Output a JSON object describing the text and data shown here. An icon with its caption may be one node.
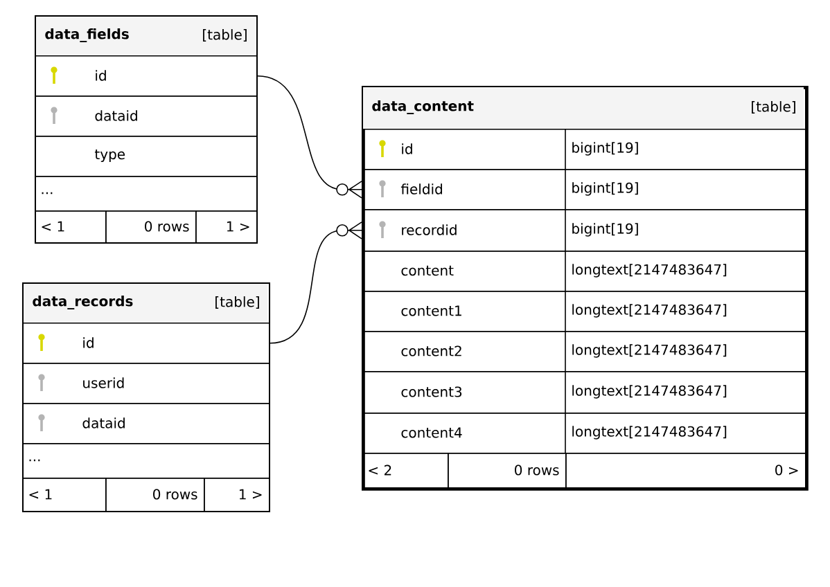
{
  "diagram": {
    "nodes": [
      {
        "text": [
          "data_fields",
          "[table]"
        ]
      },
      {
        "text": [
          "id"
        ],
        "in": 0
      },
      {
        "text": [
          "dataid"
        ],
        "in": 0
      },
      {
        "text": [
          "type"
        ],
        "in": 0
      },
      {
        "text": [
          "..."
        ],
        "in": 0
      },
      {
        "text": [
          "< 1"
        ],
        "in": 0
      },
      {
        "text": [
          "0 rows"
        ],
        "in": 0
      },
      {
        "text": [
          "1 >"
        ],
        "in": 0
      },
      {
        "text": [
          "data_content",
          "[table]"
        ]
      },
      {
        "text": [
          "id",
          "bigint[19]"
        ],
        "in": 8
      },
      {
        "text": [
          "fieldid",
          "bigint[19]"
        ],
        "in": 8
      },
      {
        "text": [
          "recordid",
          "bigint[19]"
        ],
        "in": 8
      },
      {
        "text": [
          "content",
          "longtext[2147483647]"
        ],
        "in": 8
      },
      {
        "text": [
          "content1",
          "longtext[2147483647]"
        ],
        "in": 8
      },
      {
        "text": [
          "content2",
          "longtext[2147483647]"
        ],
        "in": 8
      },
      {
        "text": [
          "content3",
          "longtext[2147483647]"
        ],
        "in": 8
      },
      {
        "text": [
          "content4",
          "longtext[2147483647]"
        ],
        "in": 8
      },
      {
        "text": [
          "< 2"
        ],
        "in": 8
      },
      {
        "text": [
          "0 rows"
        ],
        "in": 8
      },
      {
        "text": [
          "0 >"
        ],
        "in": 8
      },
      {
        "text": [
          "data_records",
          "[table]"
        ]
      },
      {
        "text": [
          "id"
        ],
        "in": 20
      },
      {
        "text": [
          "userid"
        ],
        "in": 20
      },
      {
        "text": [
          "dataid"
        ],
        "in": 20
      },
      {
        "text": [
          "..."
        ],
        "in": 20
      },
      {
        "text": [
          "< 1"
        ],
        "in": 20
      },
      {
        "text": [
          "0 rows"
        ],
        "in": 20
      },
      {
        "text": [
          "1 >"
        ],
        "in": 20
      }
    ],
    "edges": [
      {
        "from": 10,
        "to": 1,
        "arrow": "other"
      },
      {
        "from": 11,
        "to": 21,
        "arrow": "other"
      }
    ]
  }
}
